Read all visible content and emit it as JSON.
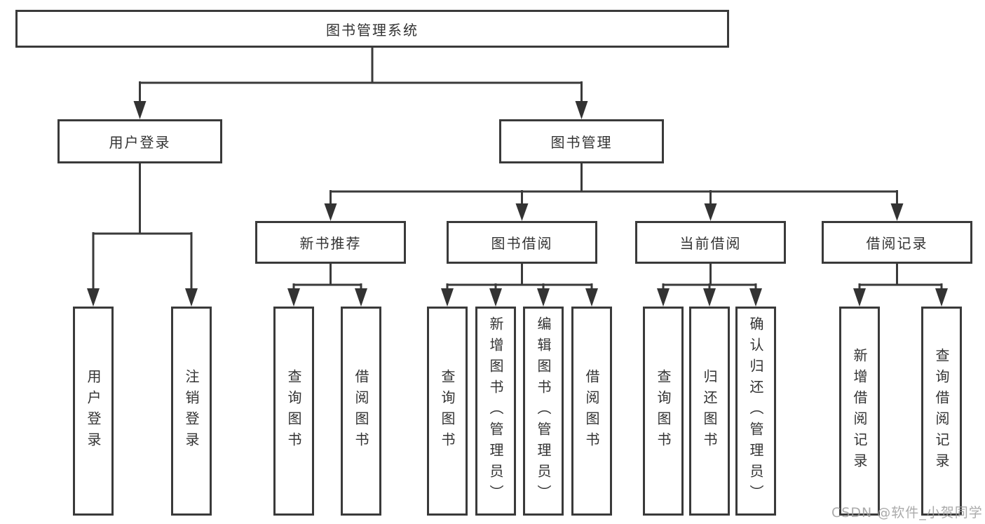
{
  "tree": {
    "root": "图书管理系统",
    "branches": [
      {
        "label": "用户登录",
        "children": [
          "用户登录",
          "注销登录"
        ]
      },
      {
        "label": "图书管理",
        "groups": [
          {
            "label": "新书推荐",
            "children": [
              "查询图书",
              "借阅图书"
            ]
          },
          {
            "label": "图书借阅",
            "children": [
              "查询图书",
              "新增图书（管理员）",
              "编辑图书（管理员）",
              "借阅图书"
            ]
          },
          {
            "label": "当前借阅",
            "children": [
              "查询图书",
              "归还图书",
              "确认归还（管理员）"
            ]
          },
          {
            "label": "借阅记录",
            "children": [
              "新增借阅记录",
              "查询借阅记录"
            ]
          }
        ]
      }
    ]
  },
  "watermark": "CSDN @软件_小贺同学",
  "colors": {
    "line": "#3a3a3a",
    "text": "#333333",
    "watermark": "#9c9c9c",
    "background": "#ffffff"
  }
}
